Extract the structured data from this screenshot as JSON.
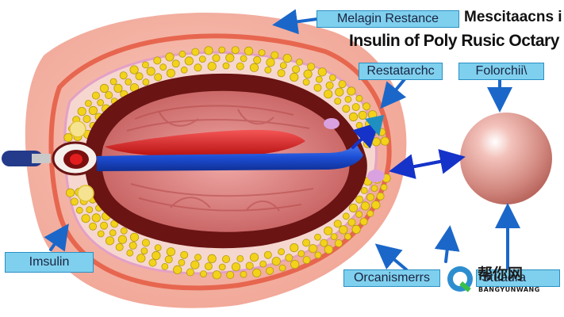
{
  "labels": {
    "top_box": "Melagin Restance",
    "top_right_line1": "Mescitaacns in",
    "top_right_line2": "Insulin of Poly Rusic Octary",
    "mid_box_left": "Restatarchc",
    "mid_box_right": "Folorchii\\",
    "bottom_left_box": "Imsulin",
    "bottom_box_left": "Orcanismerrs",
    "bottom_box_right": "Stuadra"
  },
  "watermark": {
    "chinese": "帮你网",
    "latin": "BANGYUNWANG"
  },
  "colors": {
    "outer_tissue": "#f4b3a6",
    "outer_rim": "#e7664f",
    "fat_layer": "#f6d7cf",
    "fat_globule": "#f3d21a",
    "dark_cavity": "#6a1414",
    "inner_tissue": "#e58a8a",
    "blood_red": "#dd1e1e",
    "probe_blue": "#1d4fd6",
    "arrow_blue": "#1b67c9",
    "label_box": "#7fd0ee",
    "ovary_sphere": "#dc928a"
  }
}
